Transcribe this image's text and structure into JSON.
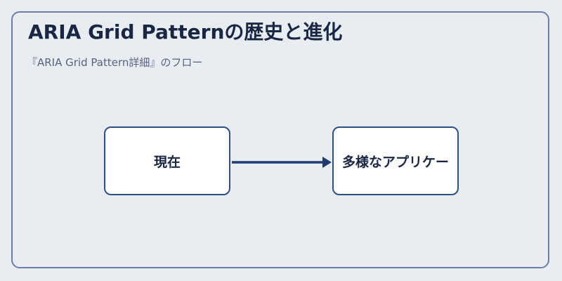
{
  "diagram": {
    "title": "ARIA Grid Patternの歴史と進化",
    "subtitle": "『ARIA Grid Pattern詳細』のフロー",
    "nodes": [
      {
        "label": "現在"
      },
      {
        "label": "多様なアプリケー"
      }
    ],
    "edges": [
      {
        "from": 0,
        "to": 1
      }
    ],
    "colors": {
      "background": "#e8edf2",
      "panel_border": "#6b7fa8",
      "node_border": "#2f4f8a",
      "arrow": "#1f3a6e",
      "title_text": "#1a2744",
      "subtitle_text": "#566380"
    }
  }
}
